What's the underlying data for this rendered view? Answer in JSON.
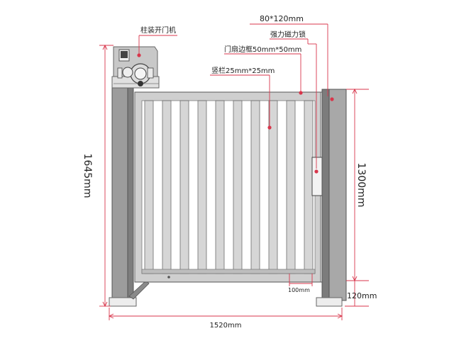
{
  "labels": {
    "motor": "柱装开门机",
    "post_size": "80*120mm",
    "lock": "强力磁力锁",
    "frame": "门扇边框50mm*50mm",
    "bars": "竖栏25mm*25mm",
    "bottom_gap": "100mm",
    "base_height": "120mm"
  },
  "dimensions": {
    "total_height": "1645mm",
    "leaf_height": "1300mm",
    "total_width": "1520mm"
  },
  "colors": {
    "dim_line": "#d8364b",
    "marker": "#d8364b",
    "post_front": "#a9a9a9",
    "post_side": "#7f7f7f",
    "frame": "#c6c6c6",
    "frame_edge": "#6d6d6d"
  }
}
